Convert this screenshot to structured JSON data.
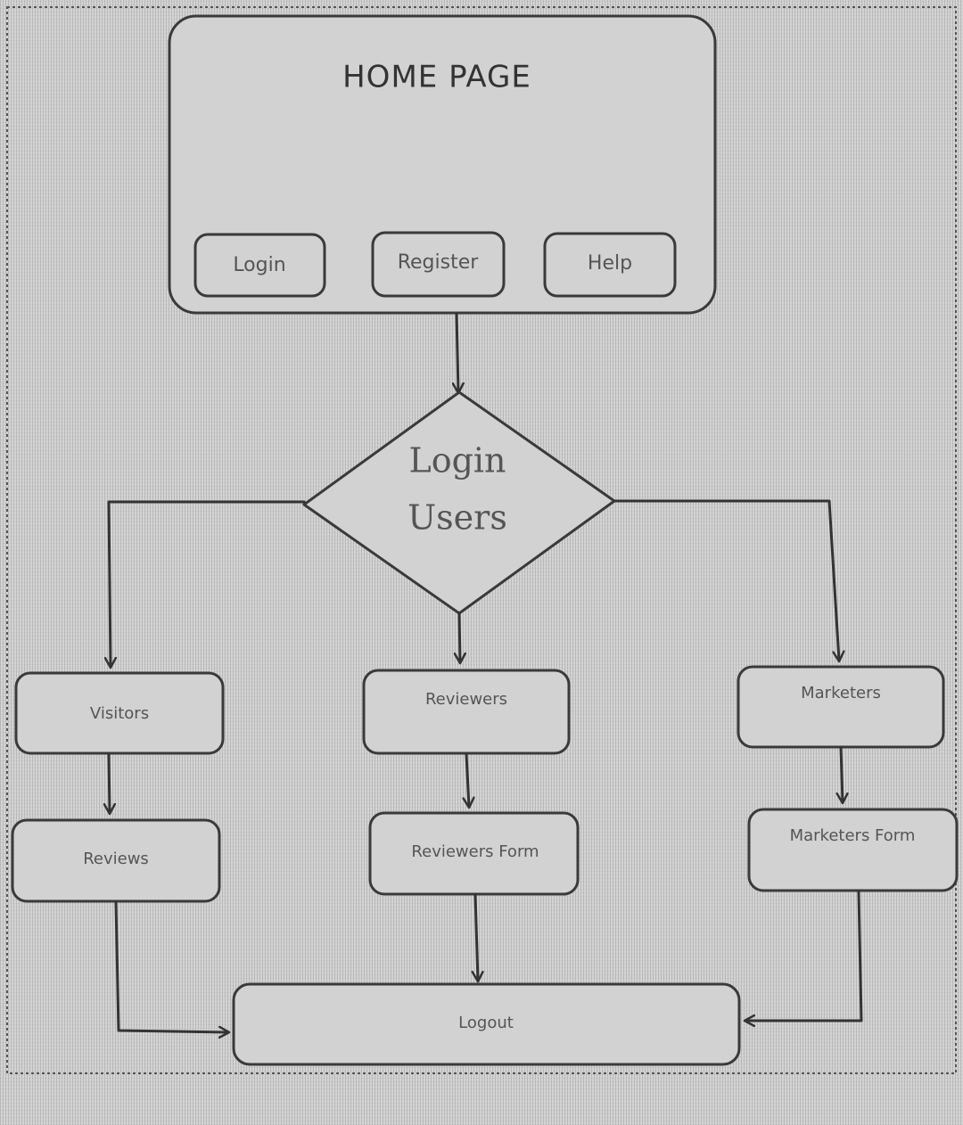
{
  "home_page": {
    "title": "HOME PAGE",
    "buttons": {
      "login": "Login",
      "register": "Register",
      "help": "Help"
    }
  },
  "decision": {
    "line1": "Login",
    "line2": "Users"
  },
  "roles": {
    "visitors": "Visitors",
    "reviewers": "Reviewers",
    "marketers": "Marketers"
  },
  "forms": {
    "reviews": "Reviews",
    "reviewers_form": "Reviewers Form",
    "marketers_form": "Marketers Form"
  },
  "logout": "Logout",
  "colors": {
    "background": "#cfcfcf",
    "stroke": "#333333",
    "text": "#555555"
  }
}
